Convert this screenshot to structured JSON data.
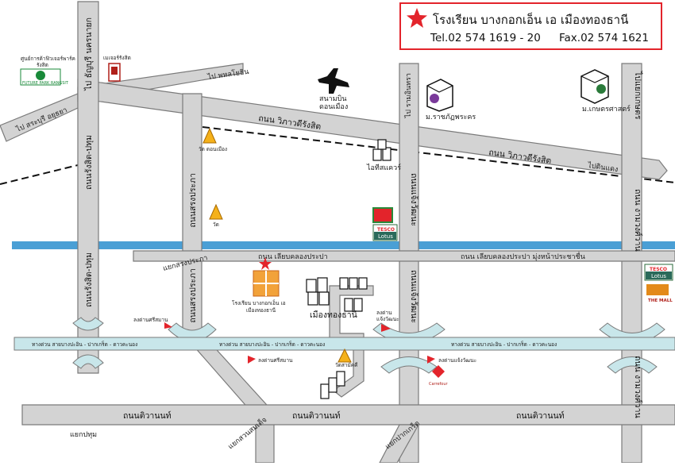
{
  "header": {
    "school_name": "โรงเรียน บางกอกเอ็น เอ เมืองทองธานี",
    "tel": "Tel.02 574 1619 - 20",
    "fax": "Fax.02 574 1621"
  },
  "colors": {
    "accent": "#e3242b",
    "river": "#4a9fd5",
    "expressway": "#c8e6ea",
    "road": "#d3d3d3"
  },
  "roads": {
    "vibhavadi": "ถนน วิภาวดีรังสิต",
    "vibhavadi_2": "ถนน วิภาวดีรังสิต",
    "rangsit_pathum": "ถนนรังสิต-ปทุม",
    "rangsit_pathum_2": "ถนนรังสิต-ปทุม",
    "songprapa": "ถนนสรงประภา",
    "songprapa_2": "ถนนสรงประภา",
    "chaengwattana": "ถนนแจ้งวัฒนะ",
    "chaengwattana_2": "ถนนแจ้งวัฒนะ",
    "ngamwongwan": "ถนน งามวงศ์วาน",
    "ngamwongwan_2": "ถนน งามวงศ์วาน",
    "canal": "ถนน เลียบคลองประปา",
    "canal_2": "ถนน เลียบคลองประปา มุ่งหน้าประชาชื่น",
    "tiwanon": "ถนนติวานนท์",
    "tiwanon_2": "ถนนติวานนท์",
    "tiwanon_3": "ถนนติวานนท์",
    "to_rangsit_nakhon_nayok": "ไป ธัญบุรี นครนายก",
    "to_saraburi": "ไป สระบุรี อยุธยา",
    "to_phahonyothin": "ไป พหลโยธิน",
    "to_ramintra": "ไป รามอินทรา",
    "to_kaset": "ไปแยกเกษตร",
    "to_din_daeng": "ไปดินแดง",
    "pathum_junction": "แยกปทุม",
    "songprapa_junction": "แยกสรงประภา",
    "suan_somdet_junction": "แยกสวนสมเด็จ",
    "pak_kret_junction": "แยกปากเกร็ด"
  },
  "expressway": {
    "left": "ทางด่วน สายบางปะอิน - ปากเกร็ด - ดาวคะนอง",
    "center": "ทางด่วน สายบางปะอิน - ปากเกร็ด - ดาวคะนอง",
    "right": "ทางด่วน สายบางปะอิน - ปากเกร็ด - ดาวคะนอง"
  },
  "ramps": {
    "sri_saman_1": "ลงด่านศรีสมาน",
    "sri_saman_2": "ลงด่านศรีสมาน",
    "chaeng_1": "ลงด่าน",
    "chaeng_2": "แจ้งวัฒนะ",
    "chaeng_3": "ลงด่านแจ้งวัฒนะ"
  },
  "landmarks": {
    "future_park_1": "ศูนย์การค้าฟิวเจอร์พาร์ค",
    "future_park_2": "รังสิต",
    "future_park_logo": "FUTURE PARK RANGSIT",
    "major": "เมเจอร์รังสิต",
    "airport_1": "สนามบิน",
    "airport_2": "ดอนเมือง",
    "rajabhat": "ม.ราชภัฏพระคร",
    "kasetsart": "ม.เกษตรศาสตร์",
    "wat_don_mueang": "วัด ดอนเมือง",
    "wat": "วัด",
    "it_square": "ไอทีสแควร์",
    "tesco_1": "TESCO",
    "tesco_1b": "Lotus",
    "tesco_2": "TESCO",
    "tesco_2b": "Lotus",
    "the_mall": "THE MALL",
    "school_1": "โรงเรียน บางกอกเอ็น เอ",
    "school_2": "เมืองทองธานี",
    "mueang_thong": "เมืองทองธานี",
    "wat_samakkhi": "วัดสามัคคี",
    "carrefour": "Carrefour"
  }
}
